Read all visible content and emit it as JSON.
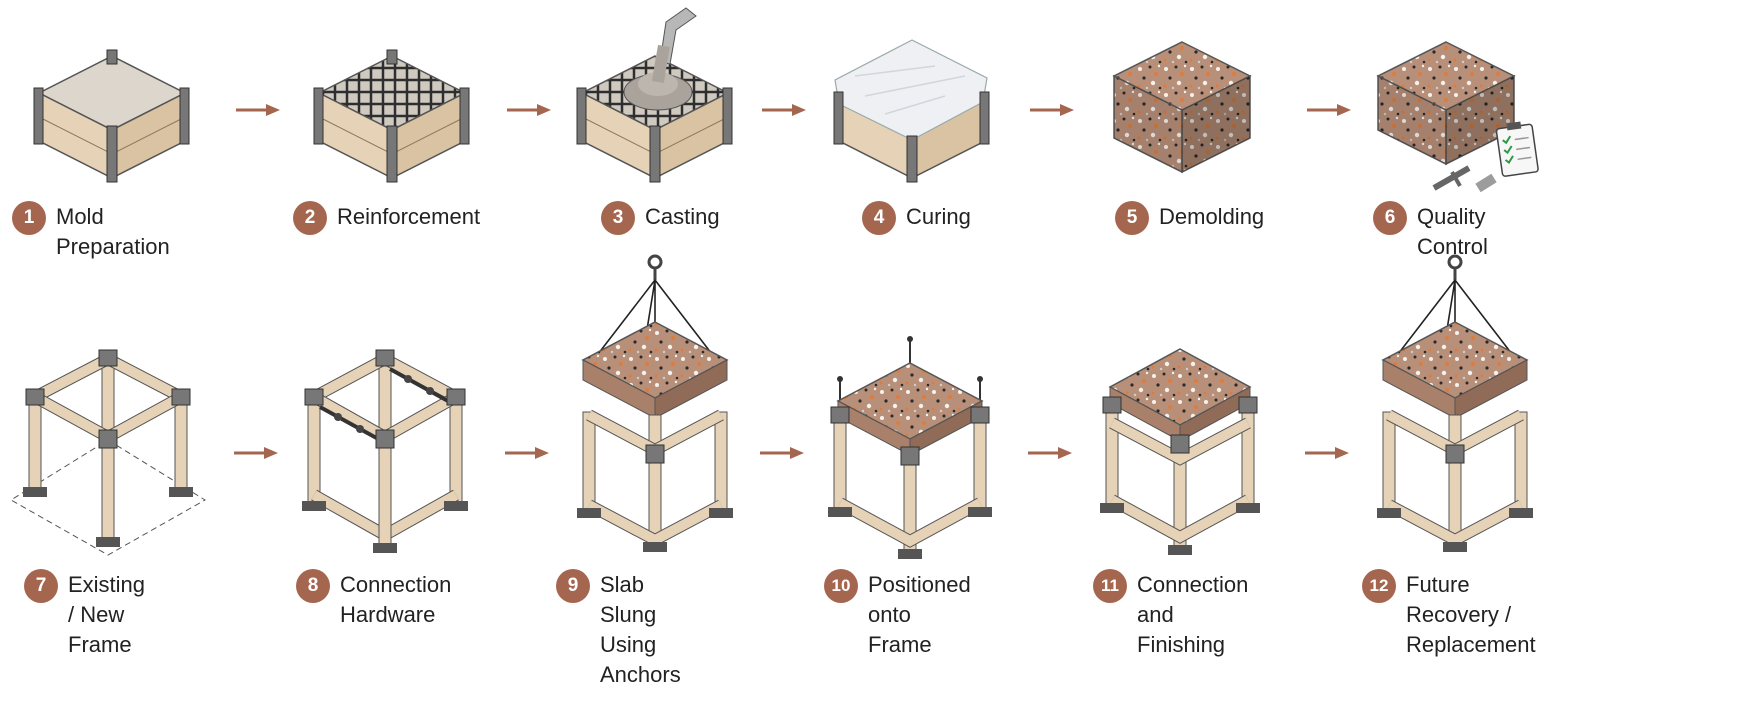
{
  "steps": [
    {
      "num": "1",
      "label": "Mold Preparation",
      "icon": "mold-empty"
    },
    {
      "num": "2",
      "label": "Reinforcement",
      "icon": "mold-rebar"
    },
    {
      "num": "3",
      "label": "Casting",
      "icon": "mold-pour"
    },
    {
      "num": "4",
      "label": "Curing",
      "icon": "mold-covered"
    },
    {
      "num": "5",
      "label": "Demolding",
      "icon": "concrete-block"
    },
    {
      "num": "6",
      "label": "Quality Control",
      "icon": "block-inspection"
    },
    {
      "num": "7",
      "label": "Existing / New\nFrame",
      "icon": "timber-frame"
    },
    {
      "num": "8",
      "label": "Connection\nHardware",
      "icon": "frame-hardware"
    },
    {
      "num": "9",
      "label": "Slab Slung Using\nAnchors",
      "icon": "slab-slung"
    },
    {
      "num": "10",
      "label": "Positioned onto\nFrame",
      "icon": "slab-positioned"
    },
    {
      "num": "11",
      "label": "Connection and\nFinishing",
      "icon": "slab-finished"
    },
    {
      "num": "12",
      "label": "Future Recovery /\nReplacement",
      "icon": "slab-recovery"
    }
  ],
  "colors": {
    "badge": "#a5664f",
    "arrow": "#a5664f",
    "wood": "#e6d2b6",
    "concrete": "#b58a6f"
  }
}
